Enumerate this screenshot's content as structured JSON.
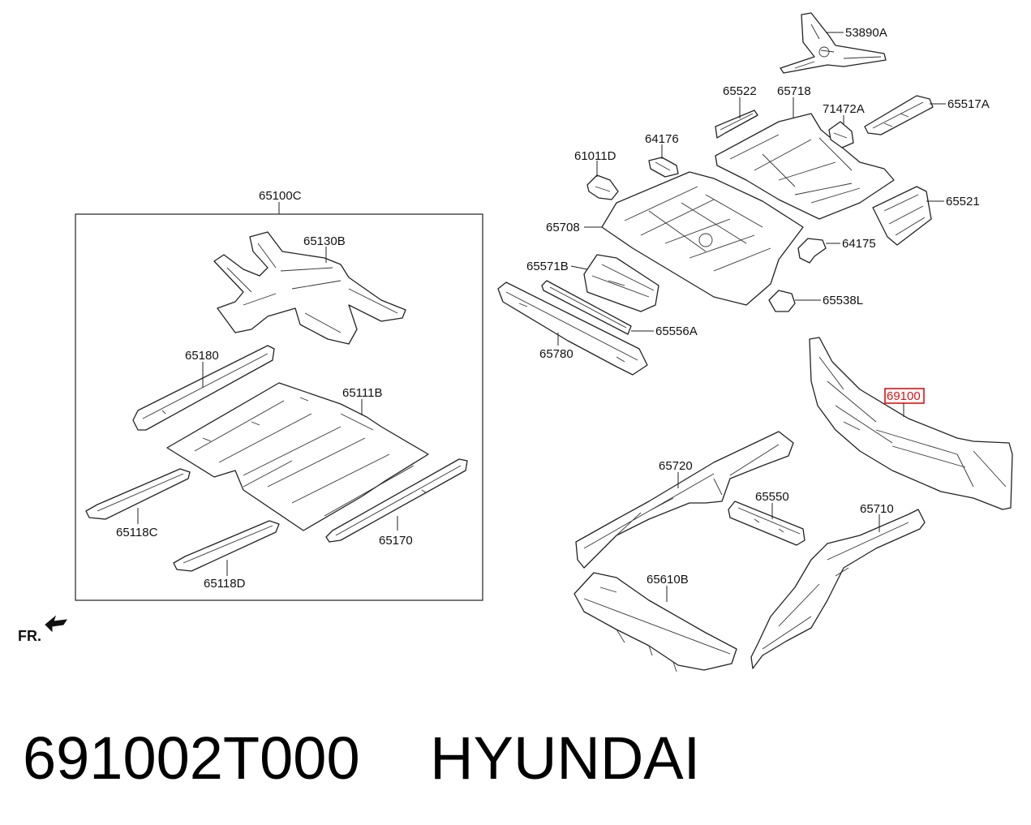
{
  "diagram": {
    "labels": {
      "p53890A": "53890A",
      "p65522": "65522",
      "p65718": "65718",
      "p71472A": "71472A",
      "p65517A": "65517A",
      "p64176": "64176",
      "p61011D": "61011D",
      "p65521": "65521",
      "p65100C": "65100C",
      "p65708": "65708",
      "p64175": "64175",
      "p65130B": "65130B",
      "p65571B": "65571B",
      "p65538L": "65538L",
      "p65556A": "65556A",
      "p65180": "65180",
      "p65780": "65780",
      "p69100": "69100",
      "p65111B": "65111B",
      "p65720": "65720",
      "p65550": "65550",
      "p65710": "65710",
      "p65118C": "65118C",
      "p65170": "65170",
      "p65610B": "65610B",
      "p65118D": "65118D"
    },
    "front_marker": "FR.",
    "highlighted_part": "69100",
    "highlight_color": "#e01010"
  },
  "footer": {
    "part_number": "691002T000",
    "brand": "HYUNDAI"
  }
}
